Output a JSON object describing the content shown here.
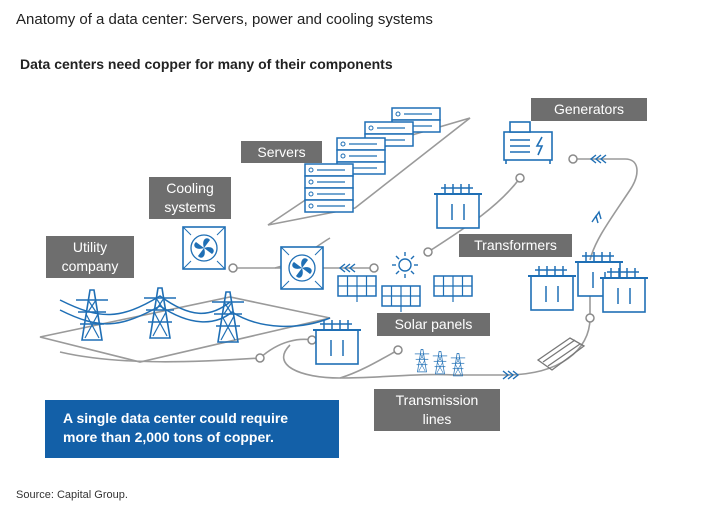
{
  "title": "Anatomy of a data center: Servers, power and cooling systems",
  "subtitle": "Data centers need copper for many of their components",
  "labels": {
    "servers": "Servers",
    "cooling_line1": "Cooling",
    "cooling_line2": "systems",
    "utility_line1": "Utility",
    "utility_line2": "company",
    "generators": "Generators",
    "transformers": "Transformers",
    "solar_panels": "Solar panels",
    "transmission_line1": "Transmission",
    "transmission_line2": "lines"
  },
  "callout": {
    "line1": "A single data center could require",
    "line2": "more than 2,000 tons of copper."
  },
  "source": "Source: Capital Group.",
  "colors": {
    "accent_blue": "#1360a8",
    "line_blue": "#1f6fb5",
    "label_gray": "#6e6e6e",
    "path_gray": "#8a8a8a"
  },
  "icons": [
    "server-rack-icon",
    "fan-icon",
    "generator-icon",
    "transformer-icon",
    "solar-panel-icon",
    "sun-icon",
    "transmission-tower-icon"
  ]
}
